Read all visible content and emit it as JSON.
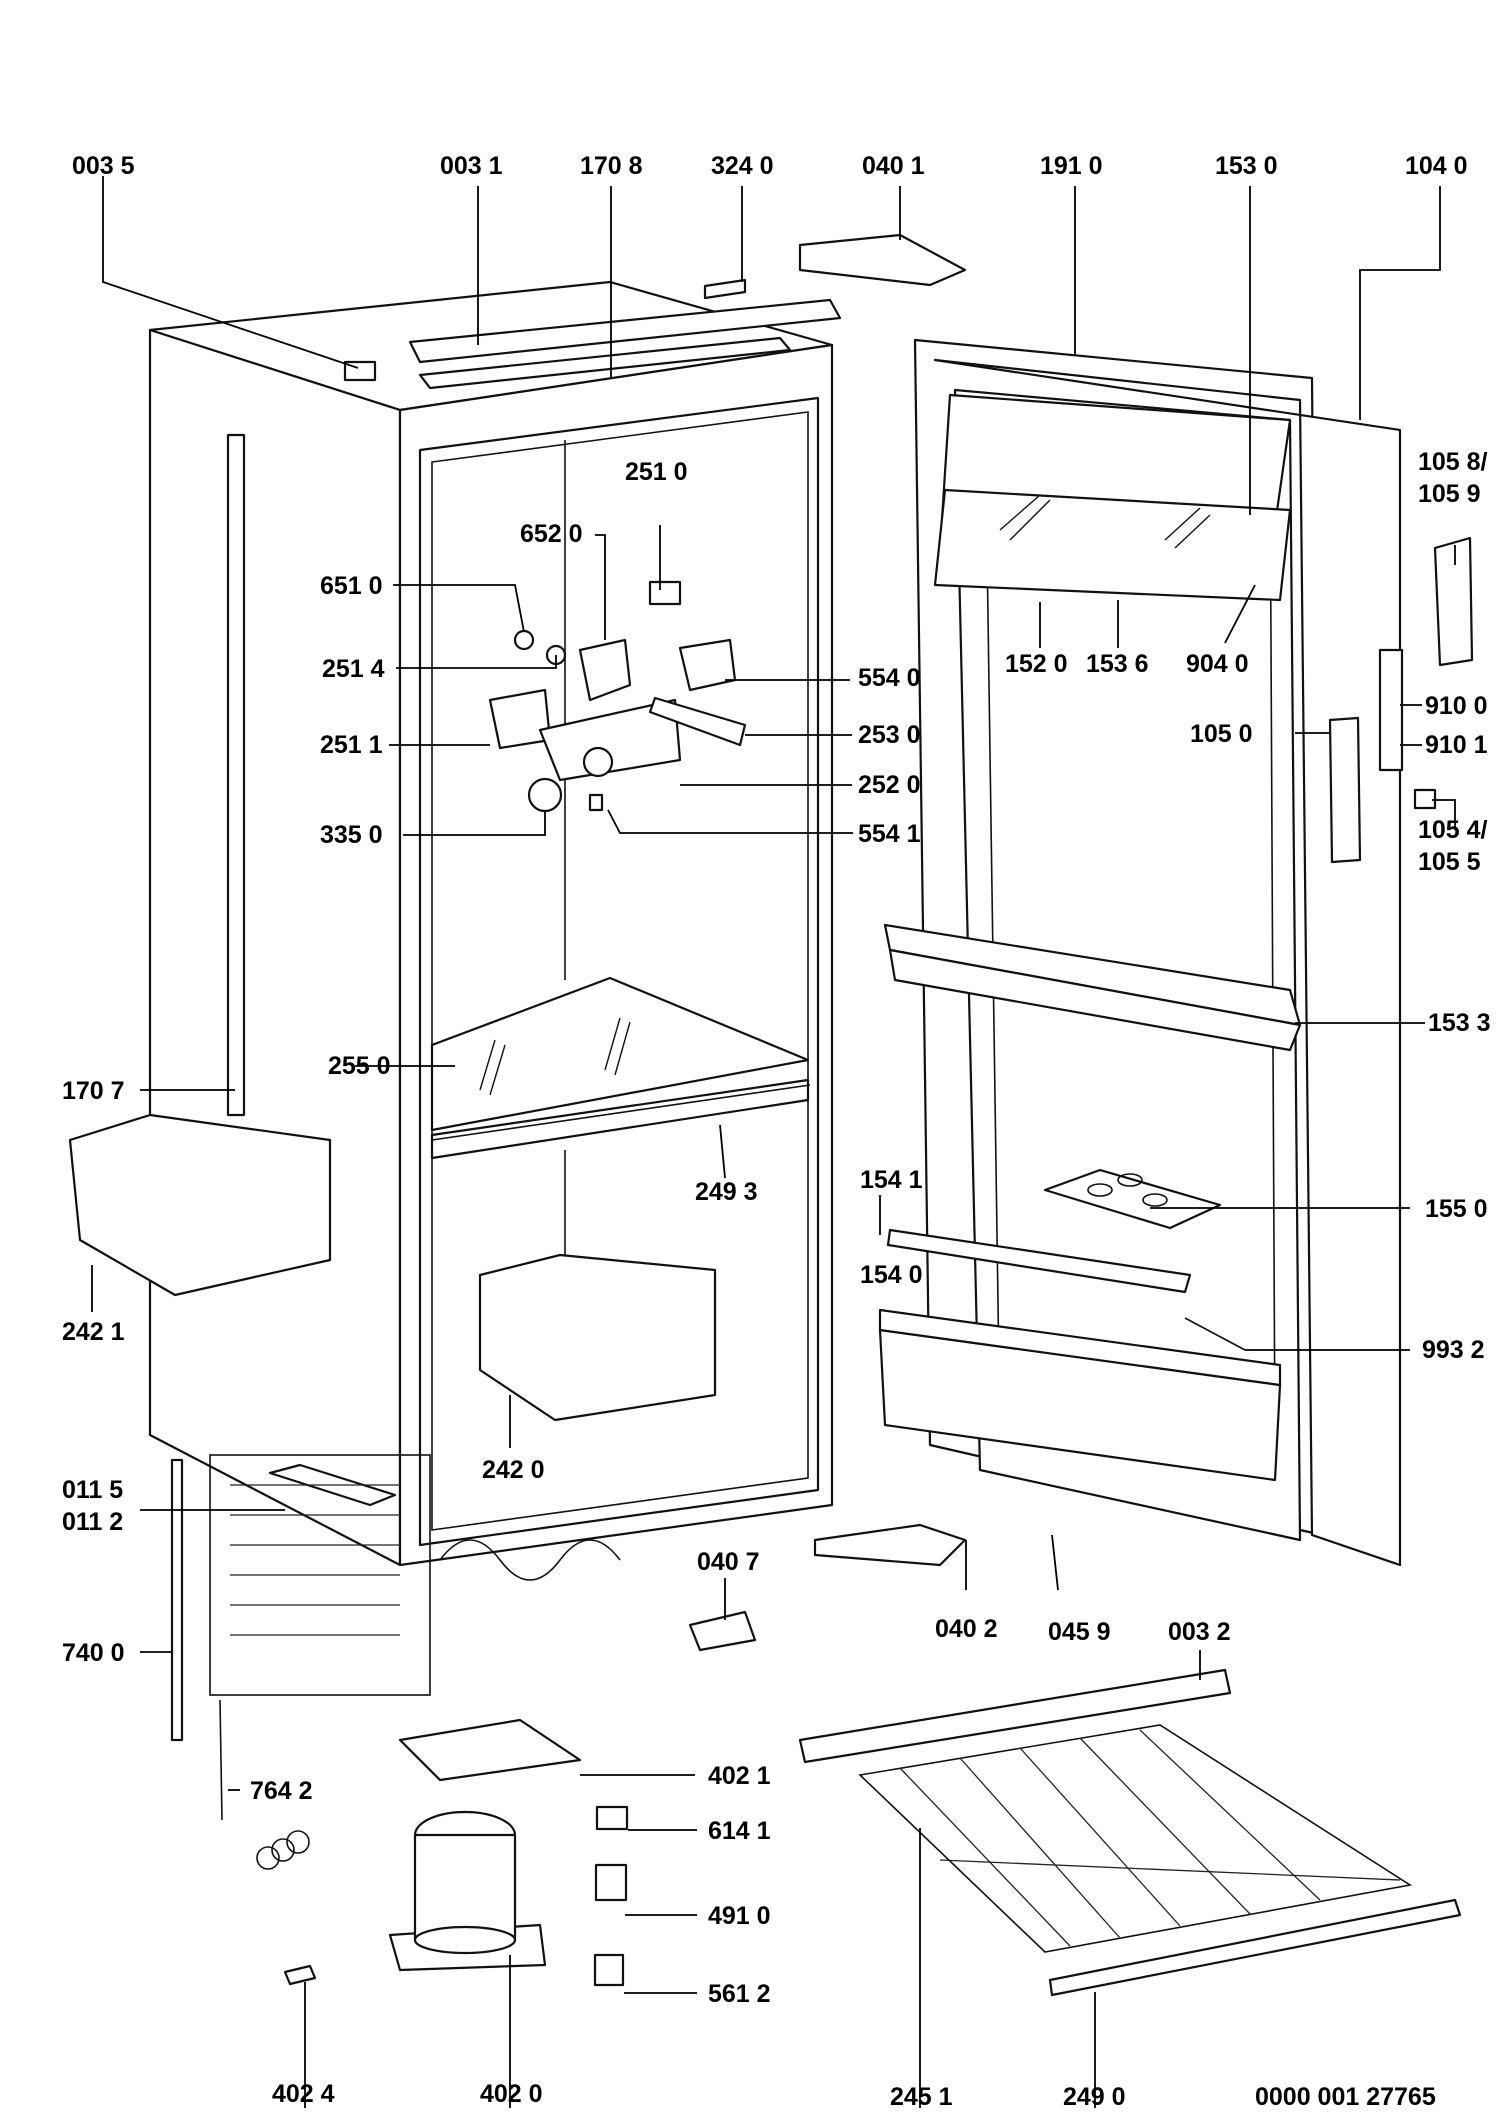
{
  "drawing_number": "0000 001 27765",
  "parts": [
    {
      "id": "p0035",
      "label": "003 5"
    },
    {
      "id": "p0031",
      "label": "003 1"
    },
    {
      "id": "p1708",
      "label": "170 8"
    },
    {
      "id": "p3240",
      "label": "324 0"
    },
    {
      "id": "p0401",
      "label": "040 1"
    },
    {
      "id": "p1910",
      "label": "191 0"
    },
    {
      "id": "p1530",
      "label": "153 0"
    },
    {
      "id": "p1040",
      "label": "104 0"
    },
    {
      "id": "p1058",
      "label": "105 8/"
    },
    {
      "id": "p1059",
      "label": "105 9"
    },
    {
      "id": "p2510",
      "label": "251 0"
    },
    {
      "id": "p6520",
      "label": "652 0"
    },
    {
      "id": "p6510",
      "label": "651 0"
    },
    {
      "id": "p2514",
      "label": "251 4"
    },
    {
      "id": "p2511",
      "label": "251 1"
    },
    {
      "id": "p3350",
      "label": "335 0"
    },
    {
      "id": "p5540",
      "label": "554 0"
    },
    {
      "id": "p2530",
      "label": "253 0"
    },
    {
      "id": "p2520",
      "label": "252 0"
    },
    {
      "id": "p5541",
      "label": "554 1"
    },
    {
      "id": "p1520",
      "label": "152 0"
    },
    {
      "id": "p1536",
      "label": "153 6"
    },
    {
      "id": "p9040",
      "label": "904 0"
    },
    {
      "id": "p9100",
      "label": "910 0"
    },
    {
      "id": "p1050",
      "label": "105 0"
    },
    {
      "id": "p9101",
      "label": "910 1"
    },
    {
      "id": "p1054",
      "label": "105 4/"
    },
    {
      "id": "p1055",
      "label": "105 5"
    },
    {
      "id": "p1533",
      "label": "153 3"
    },
    {
      "id": "p2550",
      "label": "255 0"
    },
    {
      "id": "p1707",
      "label": "170 7"
    },
    {
      "id": "p2493",
      "label": "249 3"
    },
    {
      "id": "p1541",
      "label": "154 1"
    },
    {
      "id": "p1550",
      "label": "155 0"
    },
    {
      "id": "p1540",
      "label": "154 0"
    },
    {
      "id": "p2421",
      "label": "242 1"
    },
    {
      "id": "p9932",
      "label": "993 2"
    },
    {
      "id": "p2420",
      "label": "242 0"
    },
    {
      "id": "p0115",
      "label": "011 5"
    },
    {
      "id": "p0112",
      "label": "011 2"
    },
    {
      "id": "p0407",
      "label": "040 7"
    },
    {
      "id": "p0402",
      "label": "040 2"
    },
    {
      "id": "p0459",
      "label": "045 9"
    },
    {
      "id": "p0032",
      "label": "003 2"
    },
    {
      "id": "p7400",
      "label": "740 0"
    },
    {
      "id": "p4021",
      "label": "402 1"
    },
    {
      "id": "p7642",
      "label": "764 2"
    },
    {
      "id": "p6141",
      "label": "614 1"
    },
    {
      "id": "p4910",
      "label": "491 0"
    },
    {
      "id": "p5612",
      "label": "561 2"
    },
    {
      "id": "p4024",
      "label": "402 4"
    },
    {
      "id": "p4020",
      "label": "402 0"
    },
    {
      "id": "p2451",
      "label": "245 1"
    },
    {
      "id": "p2490",
      "label": "249 0"
    }
  ]
}
